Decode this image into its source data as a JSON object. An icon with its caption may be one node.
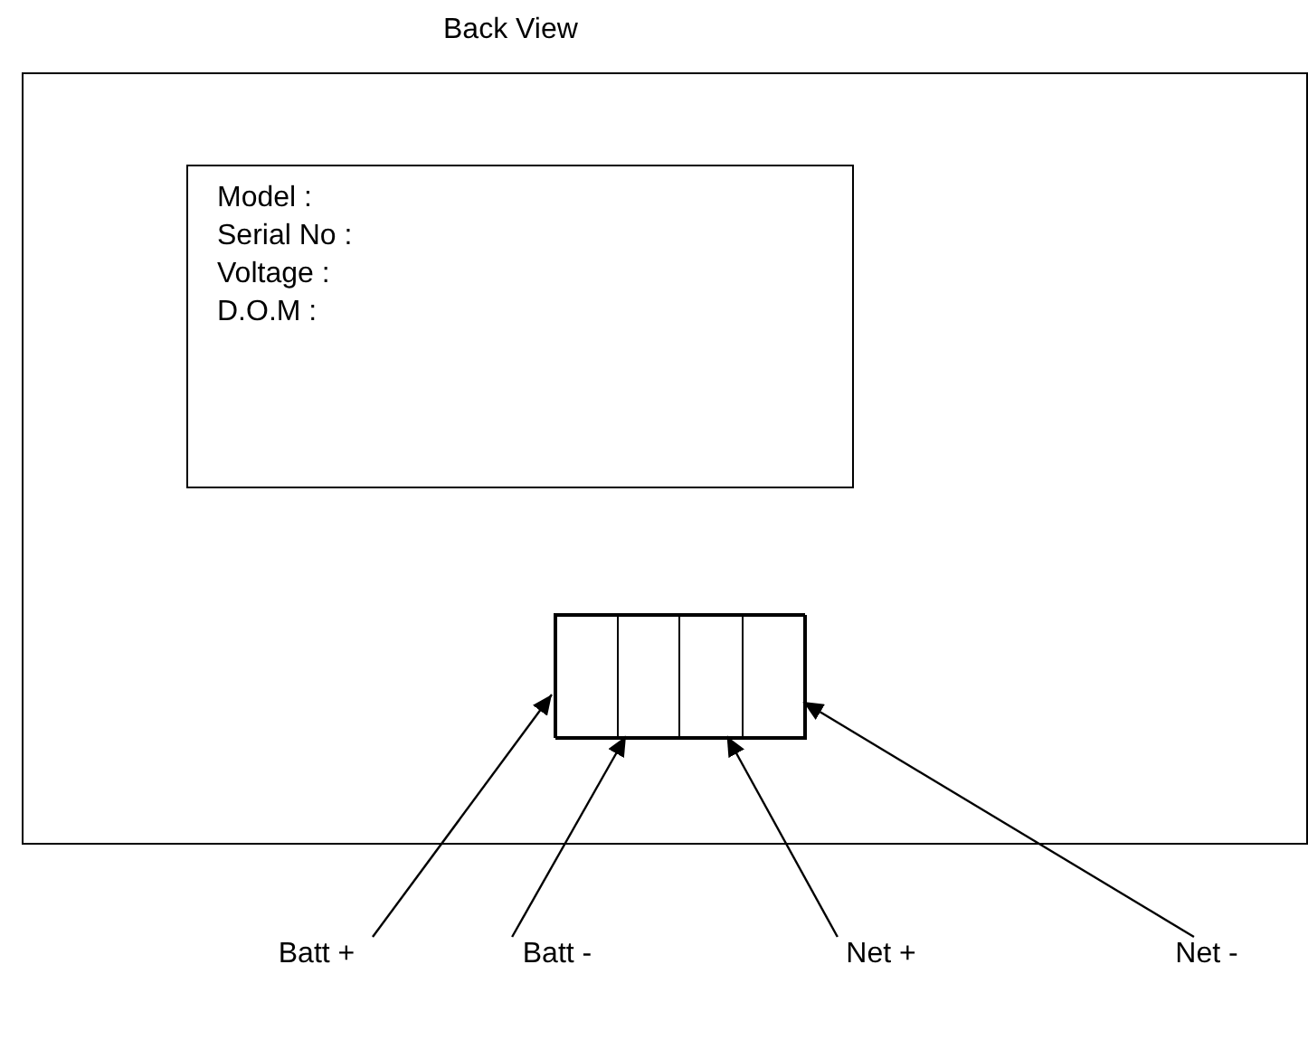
{
  "diagram": {
    "nodes": [
      {
        "text": [
          "Back View"
        ]
      },
      {
        "text": [
          "Model :",
          "Serial No :",
          "Voltage :",
          "D.O.M :"
        ],
        "in": 0
      },
      {
        "text": [],
        "shape": "box",
        "in": 0
      },
      {
        "text": [],
        "shape": "box",
        "in": 2
      },
      {
        "text": [],
        "shape": "box",
        "in": 2
      },
      {
        "text": [],
        "shape": "box",
        "in": 2
      },
      {
        "text": [],
        "shape": "box",
        "in": 2
      },
      {
        "text": [
          "Batt +"
        ]
      },
      {
        "text": [
          "Batt -"
        ]
      },
      {
        "text": [
          "Net +"
        ]
      },
      {
        "text": [
          "Net -"
        ]
      }
    ],
    "edges": [
      {
        "from": 7,
        "to": 3,
        "arrow": "to"
      },
      {
        "from": 8,
        "to": 4,
        "arrow": "to"
      },
      {
        "from": 9,
        "to": 5,
        "arrow": "to"
      },
      {
        "from": 10,
        "to": 6,
        "arrow": "to"
      }
    ]
  }
}
